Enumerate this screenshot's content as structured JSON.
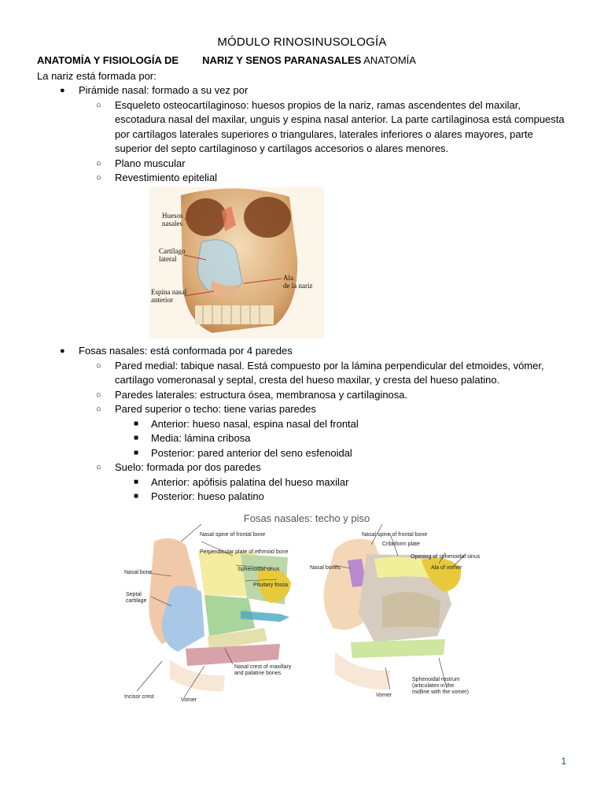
{
  "document": {
    "title": "MÓDULO RINOSINUSOLOGÍA",
    "subtitle_a": "ANATOMÍA Y FISIOLOGÍA DE",
    "subtitle_b": "NARIZ Y SENOS PARANASALES",
    "subtitle_c": " ANATOMÍA",
    "intro": "La nariz está formada por:",
    "page_number": "1"
  },
  "list1": [
    {
      "text": "Pirámide nasal: formado a su vez por",
      "children": [
        "Esqueleto osteocartílaginoso: huesos propios de la nariz, ramas ascendentes del maxilar, escotadura nasal del maxilar, unguis y espina nasal anterior. La parte cartílaginosa está compuesta por cartílagos laterales superiores o triangulares, laterales inferiores o alares mayores, parte superior del septo cartílaginoso y cartílagos accesorios o alares menores.",
        "Plano muscular",
        "Revestimiento epitelial"
      ]
    }
  ],
  "figure1": {
    "labels": {
      "huesos": "Huesos\nnasales",
      "cartilago": "Cartílago\nlateral",
      "espina": "Espina nasal\nanterior",
      "ala": "Ala\nde la nariz"
    }
  },
  "list2": [
    {
      "text": "Fosas nasales: está conformada por 4 paredes",
      "children": [
        {
          "text": "Pared medial: tabique nasal. Está compuesto por la lámina perpendicular del etmoides, vómer, cartílago vomeronasal y septal, cresta del hueso maxilar, y cresta del hueso palatino.",
          "children": []
        },
        {
          "text": "Paredes laterales: estructura ósea, membranosa y cartílaginosa.",
          "children": []
        },
        {
          "text": "Pared superior o techo: tiene varias paredes",
          "children": [
            "Anterior: hueso nasal, espina nasal del frontal",
            "Media: lámina cribosa",
            "Posterior: pared anterior del seno esfenoidal"
          ]
        },
        {
          "text": "Suelo: formada por dos paredes",
          "children": [
            "Anterior: apófisis palatina del hueso maxilar",
            "Posterior: hueso palatino"
          ]
        }
      ]
    }
  ],
  "figure2": {
    "caption": "Fosas nasales: techo y piso",
    "left_labels": {
      "nasal_spine": "Nasal spine of frontal bone",
      "perp_plate": "Perpendicular plate of ethmoid bone",
      "nasal_bone": "Nasal bone",
      "sphenoidal_sinus": "Sphenoidal sinus",
      "pituitary": "Pituitary fossa",
      "septal": "Septal\ncartilage",
      "nasal_crest": "Nasal crest of maxillary\nand palatine bones",
      "incisor_crest": "Incisor crest",
      "vomer": "Vomer"
    },
    "right_labels": {
      "nasal_spine": "Nasal spine of frontal bone",
      "cribriform": "Cribriform plate",
      "opening": "Opening of sphenoidal sinus",
      "nasal_bones": "Nasal bones",
      "ala_vomer": "Ala of vomer",
      "sphenoidal_rostrum": "Sphenoidal rostrum\n(articulates in the\nmidline with the vomer)",
      "vomer": "Vomer"
    }
  },
  "colors": {
    "page_number": "#1f4e79",
    "bone": "#e8c9a0",
    "cartilage": "#b9d8e4"
  }
}
